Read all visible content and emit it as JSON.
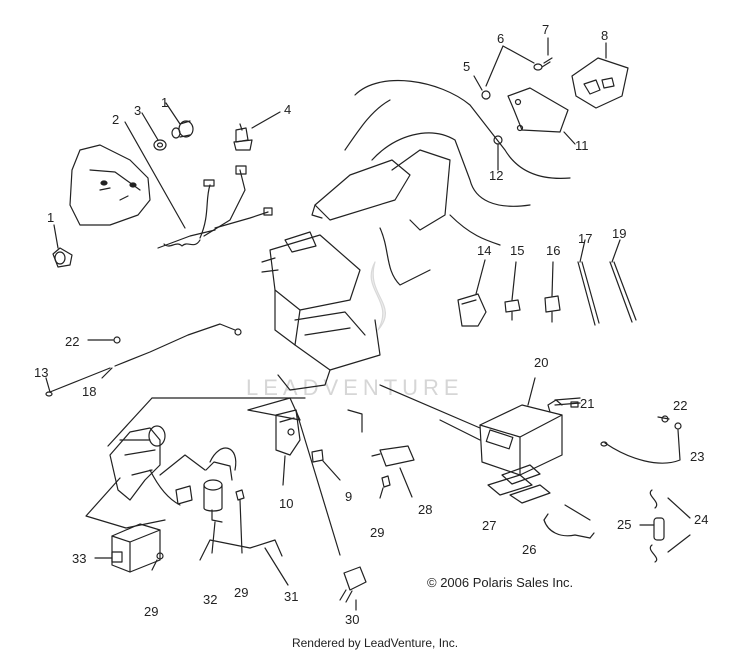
{
  "diagram": {
    "watermark": "LEADVENTURE",
    "copyright": "© 2006 Polaris Sales Inc.",
    "footer": "Rendered by LeadVenture, Inc.",
    "callouts": {
      "c1a": "1",
      "c1b": "1",
      "c2": "2",
      "c3": "3",
      "c4": "4",
      "c5": "5",
      "c6": "6",
      "c7": "7",
      "c8": "8",
      "c9": "9",
      "c10": "10",
      "c11": "11",
      "c12": "12",
      "c13": "13",
      "c14": "14",
      "c15": "15",
      "c16": "16",
      "c17": "17",
      "c18": "18",
      "c19": "19",
      "c20": "20",
      "c21": "21",
      "c22a": "22",
      "c22b": "22",
      "c23": "23",
      "c24": "24",
      "c25": "25",
      "c26": "26",
      "c27": "27",
      "c28": "28",
      "c29a": "29",
      "c29b": "29",
      "c29c": "29",
      "c30": "30",
      "c31": "31",
      "c32": "32",
      "c33": "33"
    }
  }
}
